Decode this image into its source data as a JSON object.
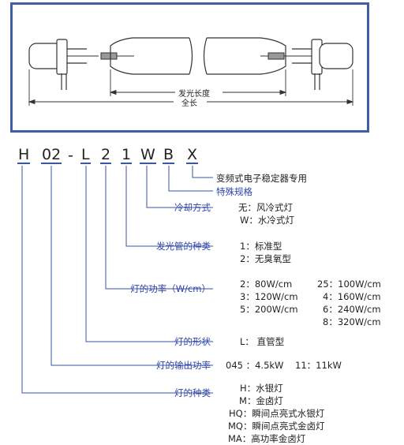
{
  "drawing": {
    "dim_inner": "发光长度",
    "dim_outer": "全长"
  },
  "code": [
    "H",
    "02",
    "-",
    "L",
    "2",
    "1",
    "W",
    "B",
    "X"
  ],
  "fields": {
    "x_suffix": "变频式电子稳定器专用",
    "special": "特殊规格",
    "cooling": {
      "label": "冷却方式",
      "options": [
        {
          "key": "无",
          "sep": "：",
          "val": "风冷式灯"
        },
        {
          "key": "W",
          "sep": "：",
          "val": "水冷式灯"
        }
      ]
    },
    "tube": {
      "label": "发光管的种类",
      "options": [
        {
          "key": "1",
          "sep": "：",
          "val": "标准型"
        },
        {
          "key": "2",
          "sep": "：",
          "val": "无臭氧型"
        }
      ]
    },
    "power": {
      "label": "灯的功率（W/cm）",
      "rows": [
        {
          "a_key": "2",
          "a_val": "：80W/cm",
          "b_key": "25",
          "b_val": "：100W/cm"
        },
        {
          "a_key": "3",
          "a_val": "：120W/cm",
          "b_key": "4",
          "b_val": "：160W/cm"
        },
        {
          "a_key": "5",
          "a_val": "：200W/cm",
          "b_key": "6",
          "b_val": "：240W/cm"
        },
        {
          "a_key": "",
          "a_val": "",
          "b_key": "8",
          "b_val": "：320W/cm"
        }
      ]
    },
    "shape": {
      "label": "灯的形状",
      "key": "L",
      "val": "：  直管型"
    },
    "output": {
      "label": "灯的输出功率",
      "text": "045 ：4.5kW    11：11kW"
    },
    "kind": {
      "label": "灯的种类",
      "options": [
        {
          "key": "H",
          "sep": "：",
          "val": "水银灯"
        },
        {
          "key": "M",
          "sep": "：",
          "val": "金卤灯"
        },
        {
          "key": "HQ",
          "sep": "：",
          "val": "瞬间点亮式水银灯"
        },
        {
          "key": "MQ",
          "sep": "：",
          "val": "瞬间点亮式金卤灯"
        },
        {
          "key": "MA",
          "sep": "：",
          "val": "高功率金卤灯"
        }
      ]
    }
  },
  "colors": {
    "frame": "#3f5ea8",
    "label": "#2e44a8",
    "leader": "#3a56a5"
  }
}
